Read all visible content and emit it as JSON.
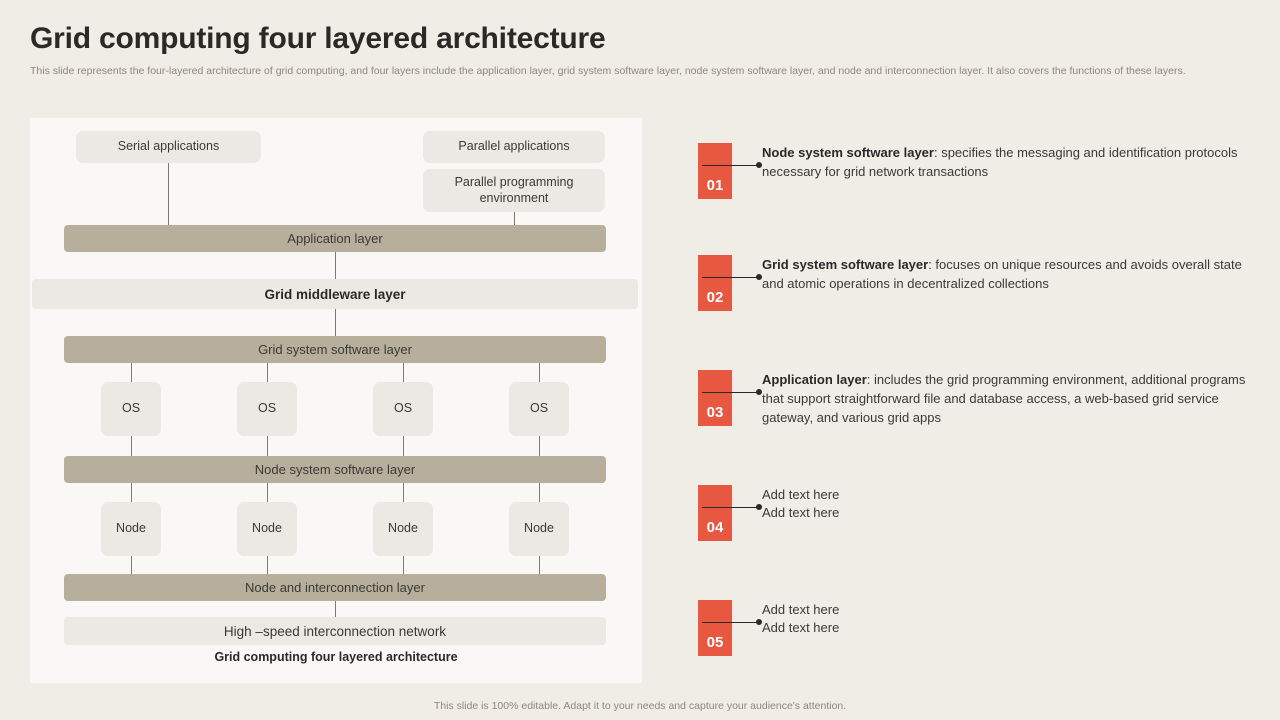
{
  "header": {
    "title": "Grid computing four layered architecture",
    "subtitle": "This slide represents the four-layered architecture of grid computing, and four layers include the application layer, grid system software layer, node system software layer, and node and interconnection layer. It also covers the functions of these layers."
  },
  "colors": {
    "page_background": "#f0ece6",
    "panel_background": "#faf8f6",
    "bar_dark": "#b8ae9c",
    "bar_light": "#ece8e3",
    "box_fill": "#ece9e4",
    "badge_accent": "#e8573f",
    "text_primary": "#2b2926",
    "text_muted": "#8d8980"
  },
  "diagram": {
    "caption": "Grid computing four layered architecture",
    "top_boxes": {
      "serial": "Serial applications",
      "parallel_applications": "Parallel applications",
      "parallel_programming": "Parallel programming environment"
    },
    "bars": {
      "application_layer": "Application layer",
      "grid_middleware_layer": "Grid middleware layer",
      "grid_system_software_layer": "Grid system software layer",
      "node_system_software_layer": "Node system software layer",
      "node_and_interconnection_layer": "Node and interconnection layer",
      "high_speed_network": "High –speed interconnection network"
    },
    "os_nodes": [
      "OS",
      "OS",
      "OS",
      "OS"
    ],
    "node_nodes": [
      "Node",
      "Node",
      "Node",
      "Node"
    ]
  },
  "points": [
    {
      "number": "01",
      "lead": "Node system software layer",
      "body": ": specifies the messaging and identification protocols necessary for grid network transactions"
    },
    {
      "number": "02",
      "lead": "Grid system software layer",
      "body": ": focuses on unique resources and avoids overall state and atomic operations in decentralized collections"
    },
    {
      "number": "03",
      "lead": "Application layer",
      "body": ": includes the grid programming environment, additional programs that support straightforward file and database access, a web-based grid service gateway, and various grid apps"
    },
    {
      "number": "04",
      "lead": "",
      "body": "Add text here Add text here",
      "lines": [
        "Add text here",
        "Add text here"
      ]
    },
    {
      "number": "05",
      "lead": "",
      "body": "Add text here Add text here",
      "lines": [
        "Add text here",
        "Add text here"
      ]
    }
  ],
  "footer": {
    "note": "This slide is 100% editable. Adapt it to your needs and capture your audience's attention."
  }
}
